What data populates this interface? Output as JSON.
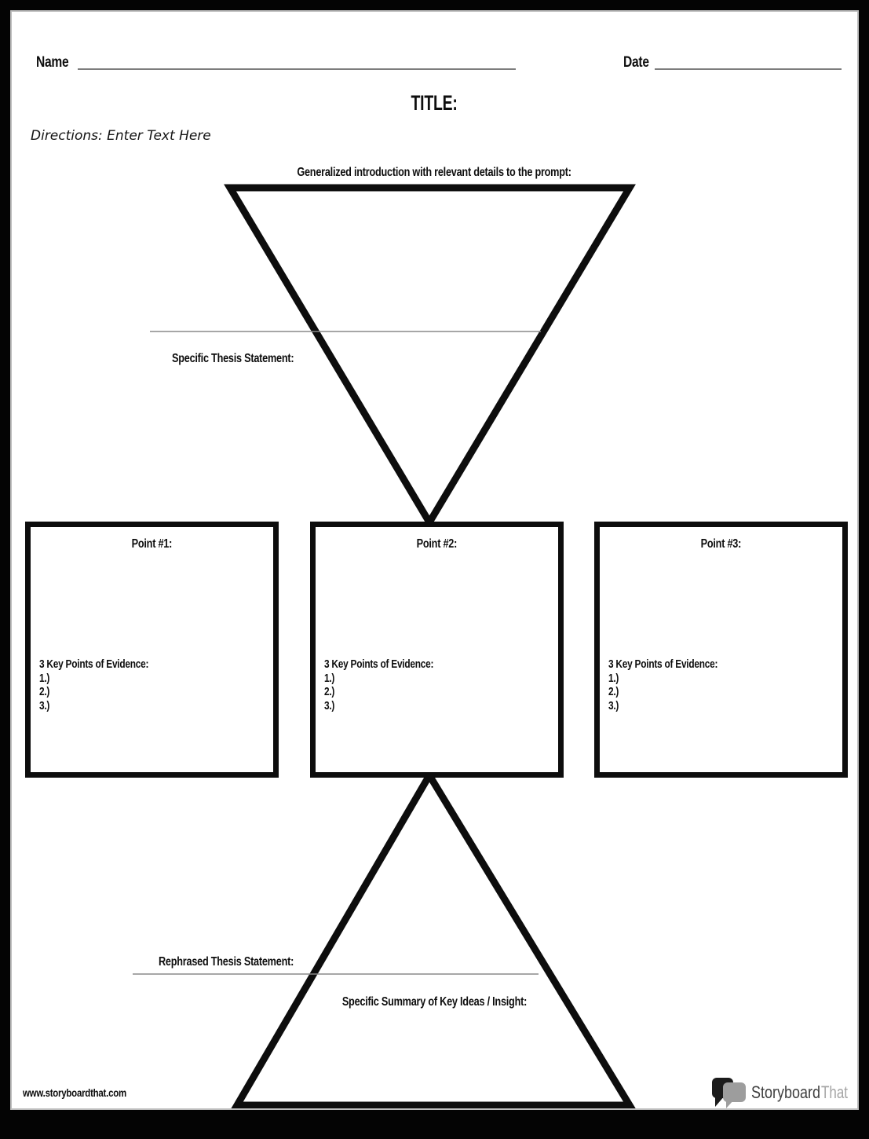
{
  "header": {
    "name_label": "Name",
    "date_label": "Date",
    "title": "TITLE:",
    "directions": "Directions: Enter Text Here"
  },
  "funnel": {
    "intro_label": "Generalized introduction with relevant details to the prompt:",
    "thesis_label": "Specific Thesis Statement:"
  },
  "points": [
    {
      "title": "Point #1:",
      "evidence_heading": "3 Key Points of Evidence:",
      "items": [
        "1.)",
        "2.)",
        "3.)"
      ]
    },
    {
      "title": "Point #2:",
      "evidence_heading": "3 Key Points of Evidence:",
      "items": [
        "1.)",
        "2.)",
        "3.)"
      ]
    },
    {
      "title": "Point #3:",
      "evidence_heading": "3 Key Points of Evidence:",
      "items": [
        "1.)",
        "2.)",
        "3.)"
      ]
    }
  ],
  "conclusion": {
    "rephrased_label": "Rephrased Thesis Statement:",
    "summary_label": "Specific Summary of Key Ideas / Insight:"
  },
  "footer": {
    "url": "www.storyboardthat.com",
    "logo_part1": "Storyboard",
    "logo_part2": "That"
  },
  "colors": {
    "ink": "#0d0d0d",
    "thin_line": "#8a8a8a",
    "logo_dark": "#3f3f3f",
    "logo_gray": "#a5a5a5"
  }
}
